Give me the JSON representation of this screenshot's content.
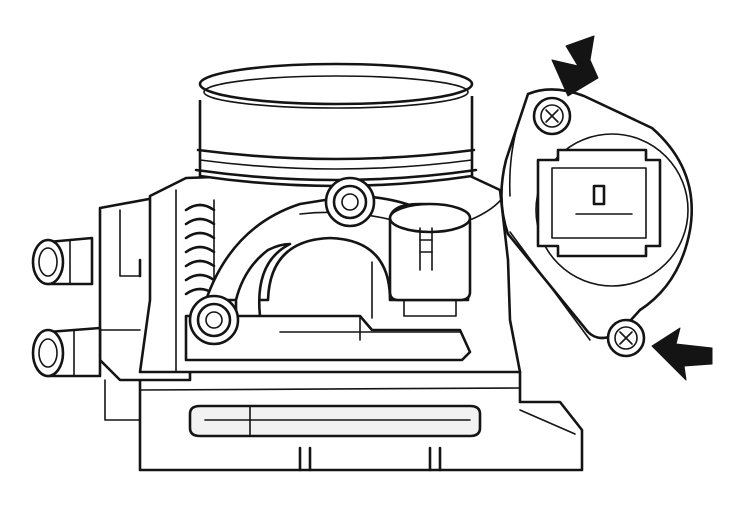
{
  "figure": {
    "subject": "throttle-body",
    "ink_color": "#141414",
    "background_color": "#ffffff",
    "callouts": [
      {
        "icon": "arrow-down-icon",
        "points_to": "top-sensor-screw"
      },
      {
        "icon": "arrow-left-icon",
        "points_to": "bottom-sensor-screw"
      }
    ]
  }
}
